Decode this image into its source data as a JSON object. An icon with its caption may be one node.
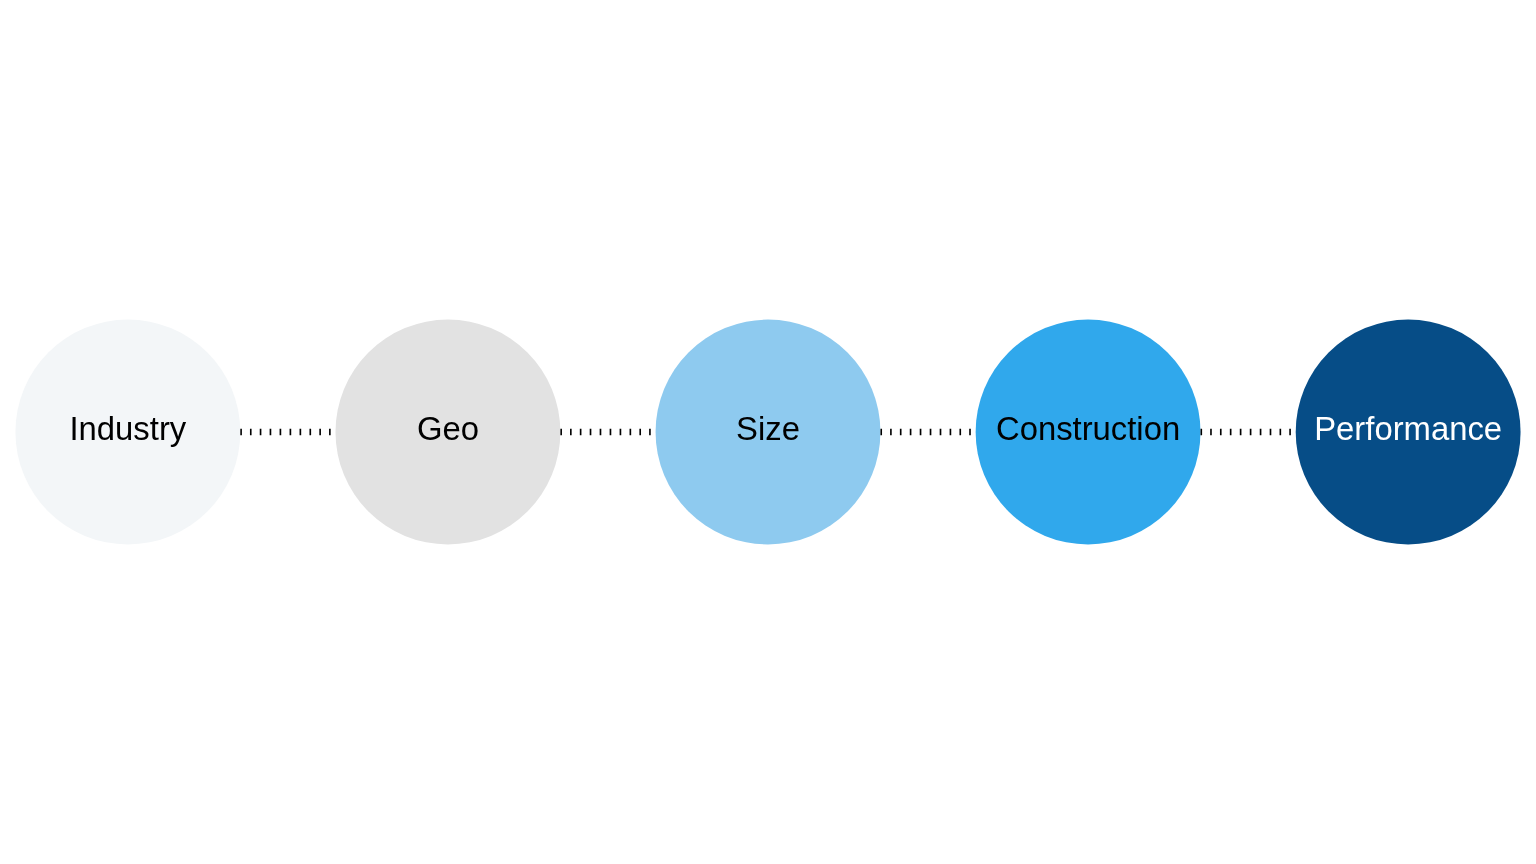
{
  "diagram": {
    "nodes": [
      {
        "text": [
          "Industry"
        ]
      },
      {
        "text": [
          "Geo"
        ]
      },
      {
        "text": [
          "Size"
        ]
      },
      {
        "text": [
          "Construction"
        ]
      },
      {
        "text": [
          "Performance"
        ]
      }
    ],
    "edges": [
      {
        "from": 0,
        "to": 1,
        "arrow": "none"
      },
      {
        "from": 1,
        "to": 2,
        "arrow": "none"
      },
      {
        "from": 2,
        "to": 3,
        "arrow": "none"
      },
      {
        "from": 3,
        "to": 4,
        "arrow": "none"
      }
    ]
  }
}
